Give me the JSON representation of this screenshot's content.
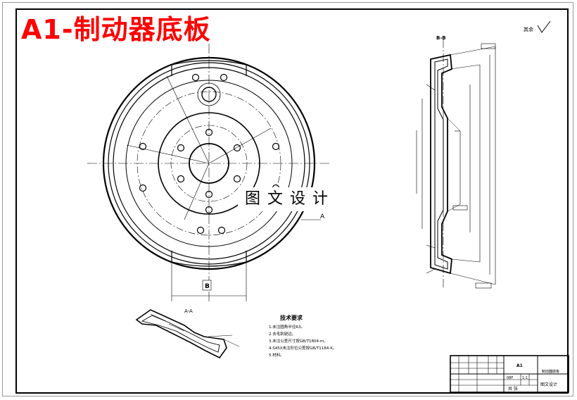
{
  "title": "A1-制动器底板",
  "watermark": "图文设计",
  "surface_finish": "其余",
  "view_labels": {
    "section_bb": "B-B",
    "view_a": "A-A",
    "mark_a_right": "A",
    "mark_b_bottom": "B"
  },
  "technical_requirements": {
    "heading": "技术要求",
    "items": [
      "1.未注圆角半径R3。",
      "2.去毛刺锐边。",
      "3.未注公差尺寸按GB/T1804-m。",
      "4.S45X未注形位公差按GB/T1184-K。",
      "5.材料。"
    ]
  },
  "title_block": {
    "part_name": "A1",
    "drawing_no": "制动器底板",
    "material": "08F",
    "scale": "1:1",
    "sheet": "共 张",
    "unit": "图文设计"
  },
  "colors": {
    "title": "#ff0000",
    "lines": "#000000"
  }
}
